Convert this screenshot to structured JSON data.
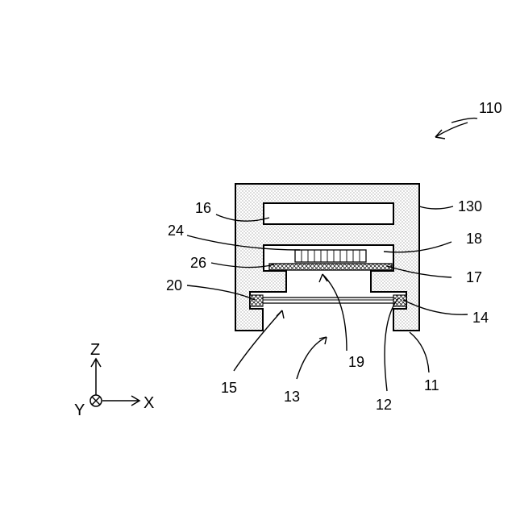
{
  "figure": {
    "device_label": "110",
    "labels": {
      "l130": "130",
      "l16": "16",
      "l18": "18",
      "l24": "24",
      "l26": "26",
      "l17": "17",
      "l20": "20",
      "l14": "14",
      "l19": "19",
      "l15": "15",
      "l13": "13",
      "l12": "12",
      "l11": "11"
    },
    "axes": {
      "z": "Z",
      "x": "X",
      "y": "Y"
    }
  }
}
